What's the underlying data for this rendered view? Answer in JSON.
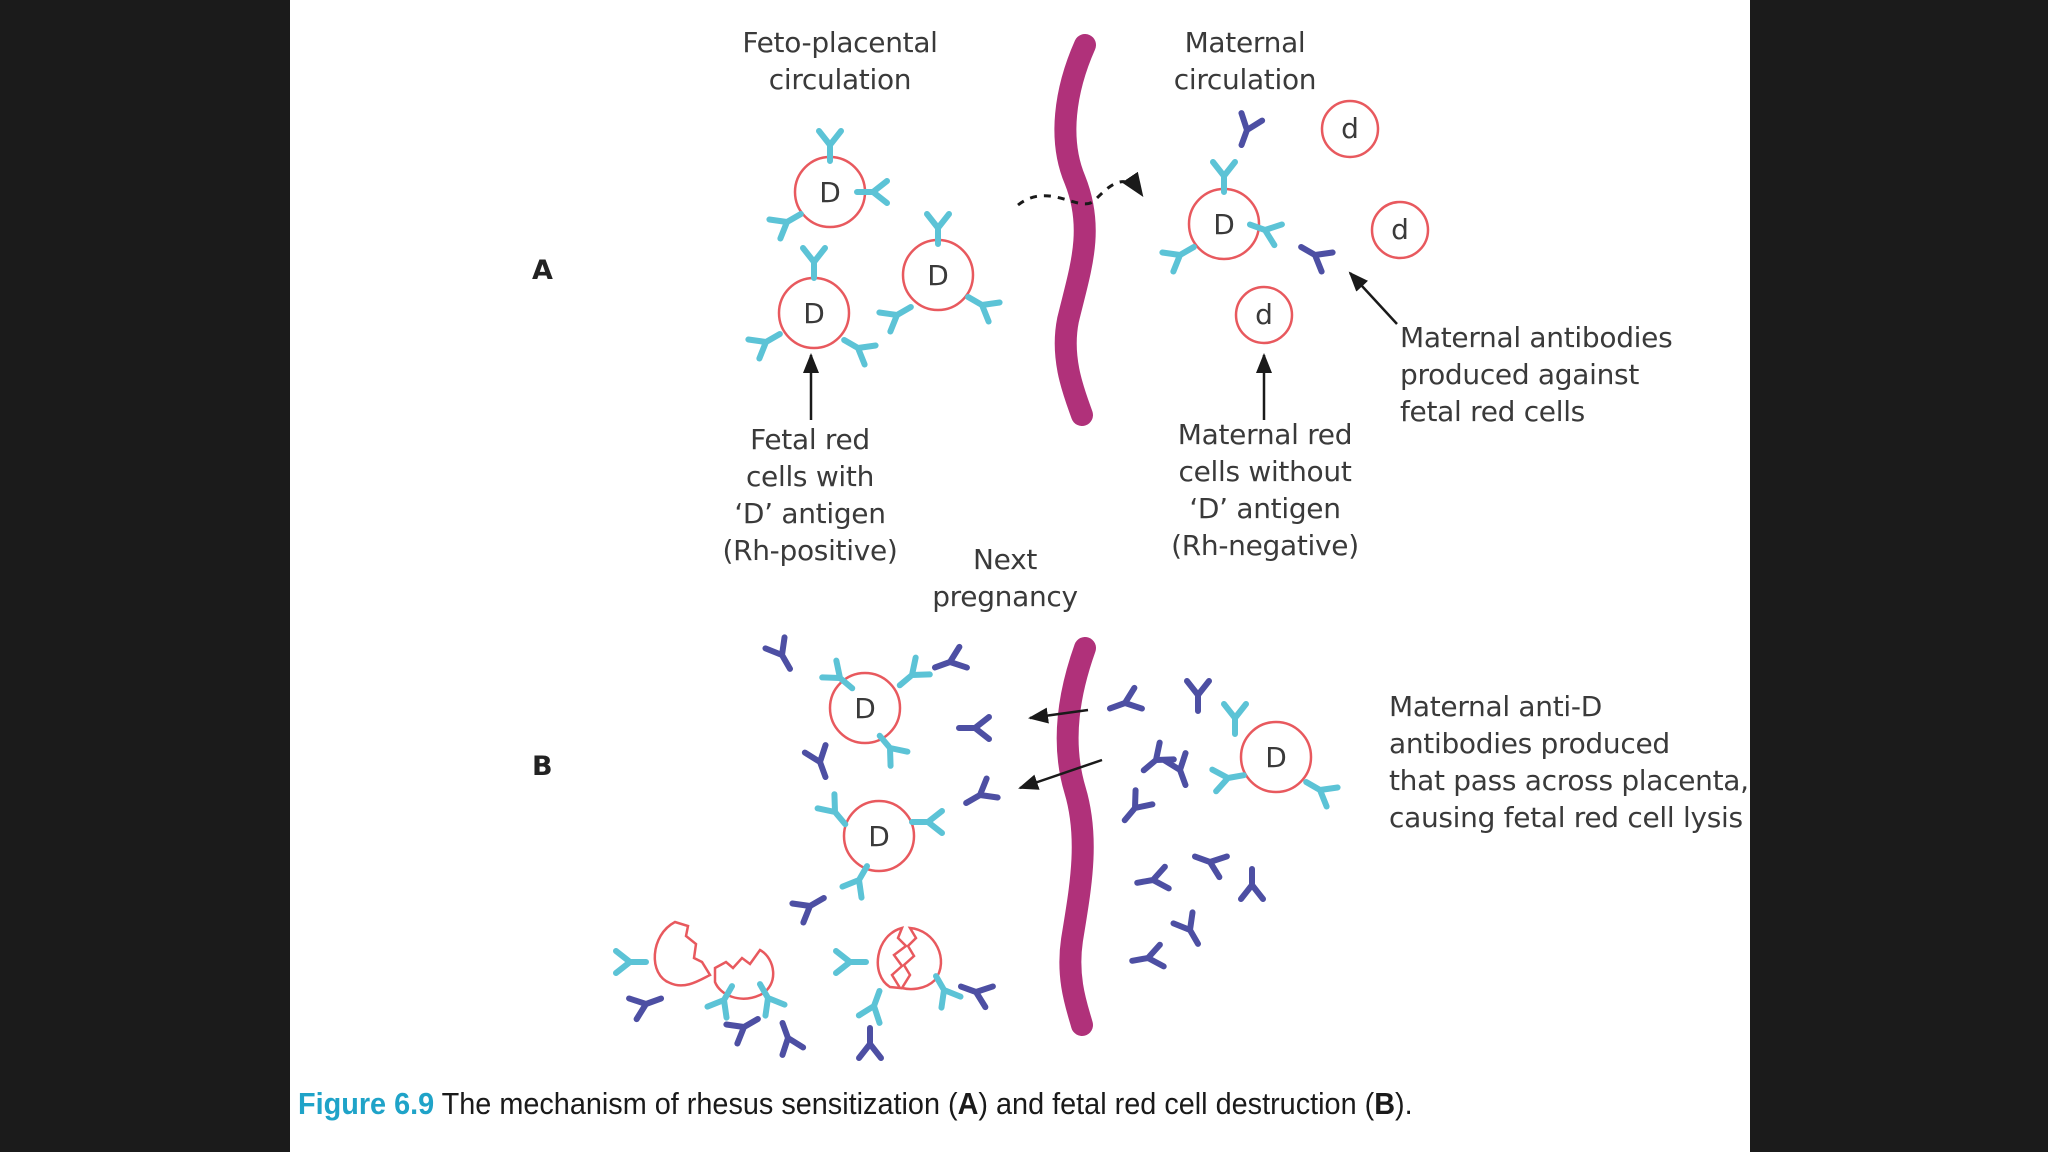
{
  "panels": {
    "a": "A",
    "b": "B"
  },
  "labels": {
    "feto_placental": [
      "Feto-placental",
      "circulation"
    ],
    "maternal_circulation": [
      "Maternal",
      "circulation"
    ],
    "fetal_red_cells": [
      "Fetal red",
      "cells with",
      "‘D’ antigen",
      "(Rh-positive)"
    ],
    "maternal_red_cells": [
      "Maternal red",
      "cells without",
      "‘D’ antigen",
      "(Rh-negative)"
    ],
    "maternal_antibodies": [
      "Maternal antibodies",
      "produced against",
      "fetal red cells"
    ],
    "next_pregnancy": [
      "Next",
      "pregnancy"
    ],
    "anti_d": [
      "Maternal anti-D",
      "antibodies produced",
      "that pass across placenta,",
      "causing fetal red cell lysis"
    ]
  },
  "cell_letters": {
    "fetal": "D",
    "maternal": "d"
  },
  "caption": {
    "figure": "Figure 6.9",
    "part1": "The mechanism of rhesus sensitization (",
    "a": "A",
    "part2": ") and fetal red cell destruction (",
    "b": "B",
    "part3": ")."
  },
  "colors": {
    "cell_outline": "#e8595e",
    "fetal_antibody": "#5cc3d6",
    "maternal_antibody": "#4d4fa3",
    "placenta": "#b0317a",
    "caption_accent": "#1fa3c8"
  }
}
